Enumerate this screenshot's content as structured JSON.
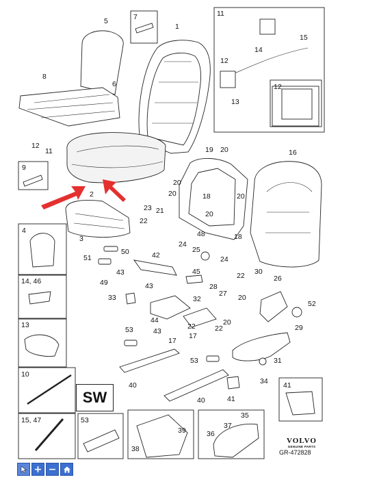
{
  "badge": "SW",
  "brand": {
    "logo": "VOLVO",
    "tagline": "GENUINE PARTS"
  },
  "reference": "GR-472828",
  "toolbar": {
    "icons": [
      "cursor-icon",
      "zoom-in-icon",
      "zoom-out-icon",
      "home-icon"
    ]
  },
  "callouts": [
    "1",
    "2",
    "3",
    "4",
    "5",
    "6",
    "7",
    "8",
    "9",
    "10",
    "11",
    "12",
    "13",
    "14",
    "15",
    "16",
    "17",
    "18",
    "19",
    "20",
    "21",
    "22",
    "23",
    "24",
    "25",
    "26",
    "27",
    "28",
    "29",
    "30",
    "31",
    "32",
    "33",
    "34",
    "35",
    "36",
    "37",
    "38",
    "39",
    "40",
    "41",
    "42",
    "43",
    "44",
    "45",
    "46",
    "47",
    "48",
    "49",
    "50",
    "51",
    "52",
    "53"
  ],
  "box_labels": {
    "b4": "4",
    "b14": "14, 46",
    "b13": "13",
    "b10": "10",
    "b15": "15, 47",
    "b53": "53",
    "b9": "9",
    "b7": "7",
    "b11": "11",
    "b12": "12",
    "b41": "41",
    "b38": "38",
    "b35": "35"
  },
  "labels": {
    "l1": "1",
    "l5": "5",
    "l6": "6",
    "l8": "8",
    "l12a": "12",
    "l11a": "11",
    "l14a": "14",
    "l15a": "15",
    "l12b": "12",
    "l13a": "13",
    "l16": "16",
    "l19": "19",
    "l20a": "20",
    "l20b": "20",
    "l20c": "20",
    "l20d": "20",
    "l20e": "20",
    "l18a": "18",
    "l18b": "18",
    "l23": "23",
    "l21": "21",
    "l22a": "22",
    "l22b": "22",
    "l22c": "22",
    "l22d": "22",
    "l2": "2",
    "l3": "3",
    "l48": "48",
    "l25": "25",
    "l24a": "24",
    "l24b": "24",
    "l50": "50",
    "l51": "51",
    "l49": "49",
    "l42": "42",
    "l43a": "43",
    "l43b": "43",
    "l43c": "43",
    "l45": "45",
    "l28": "28",
    "l27": "27",
    "l30": "30",
    "l26": "26",
    "l52": "52",
    "l33": "33",
    "l32": "32",
    "l44": "44",
    "l29": "29",
    "l53a": "53",
    "l53b": "53",
    "l17a": "17",
    "l17b": "17",
    "l31": "31",
    "l34": "34",
    "l40a": "40",
    "l40b": "40",
    "l41": "41",
    "l39": "39",
    "l36": "36",
    "l37": "37"
  }
}
